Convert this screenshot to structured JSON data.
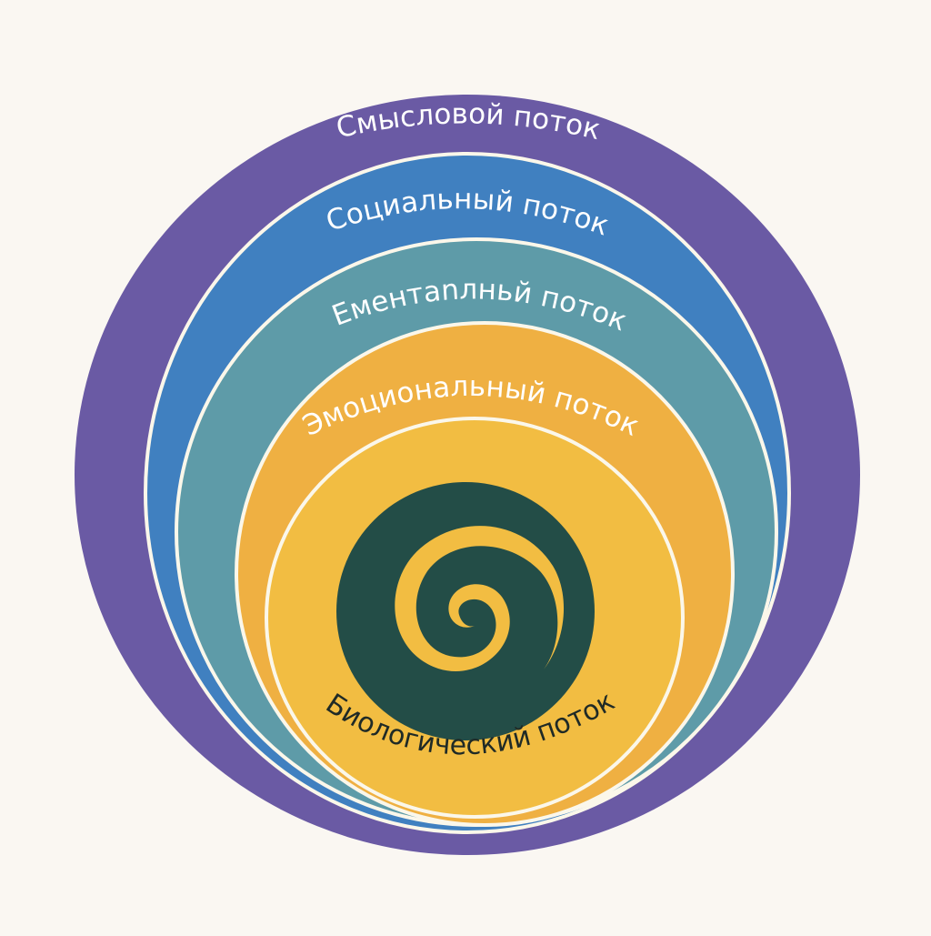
{
  "diagram": {
    "layers": [
      {
        "id": "meaning",
        "label": "Смысловой поток",
        "color": "#6a5aa4"
      },
      {
        "id": "social",
        "label": "Социальный поток",
        "color": "#4080c0"
      },
      {
        "id": "mental",
        "label": "Ементаnлньй поток",
        "color": "#5e9ba8"
      },
      {
        "id": "emotional",
        "label": "Эмоциональный поток",
        "color": "#efb042"
      },
      {
        "id": "biological",
        "label": "Биологический поток",
        "color": "#f2bd42"
      }
    ],
    "core": {
      "color": "#234d47",
      "spiral_color": "#f2bd42"
    },
    "ring_border_color": "#fbf7ea"
  }
}
